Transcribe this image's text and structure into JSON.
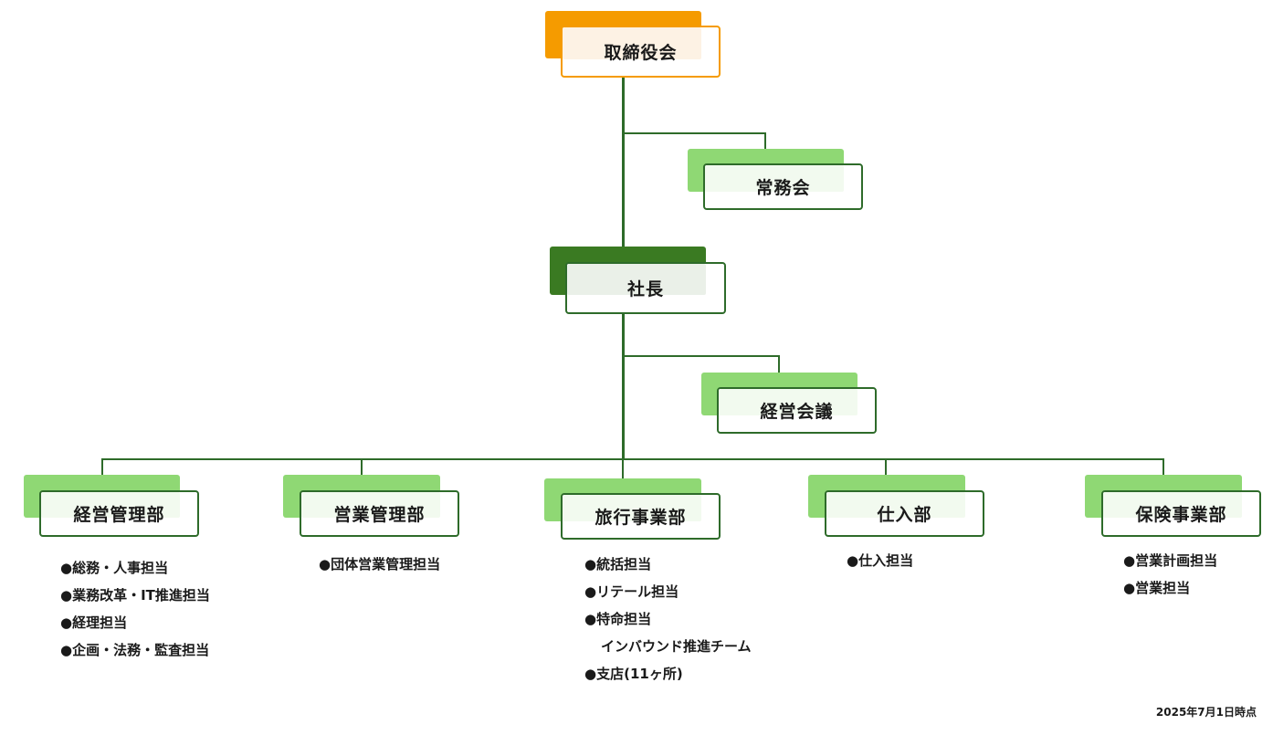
{
  "colors": {
    "line": "#2e6b2a",
    "board_accent": "#f59b00",
    "president_accent": "#3a7a22",
    "dept_accent": "#8fd874"
  },
  "board": {
    "label": "取締役会"
  },
  "executive_committee": {
    "label": "常務会"
  },
  "president": {
    "label": "社長"
  },
  "management_meeting": {
    "label": "経営会議"
  },
  "departments": [
    {
      "label": "経営管理部",
      "items": [
        "●総務・人事担当",
        "●業務改革・IT推進担当",
        "●経理担当",
        "●企画・法務・監査担当"
      ]
    },
    {
      "label": "営業管理部",
      "items": [
        "●団体営業管理担当"
      ]
    },
    {
      "label": "旅行事業部",
      "items": [
        "●統括担当",
        "●リテール担当",
        "●特命担当",
        "インバウンド推進チーム",
        "●支店(11ヶ所)"
      ]
    },
    {
      "label": "仕入部",
      "items": [
        "●仕入担当"
      ]
    },
    {
      "label": "保険事業部",
      "items": [
        "●営業計画担当",
        "●営業担当"
      ]
    }
  ],
  "footnote": "2025年7月1日時点"
}
